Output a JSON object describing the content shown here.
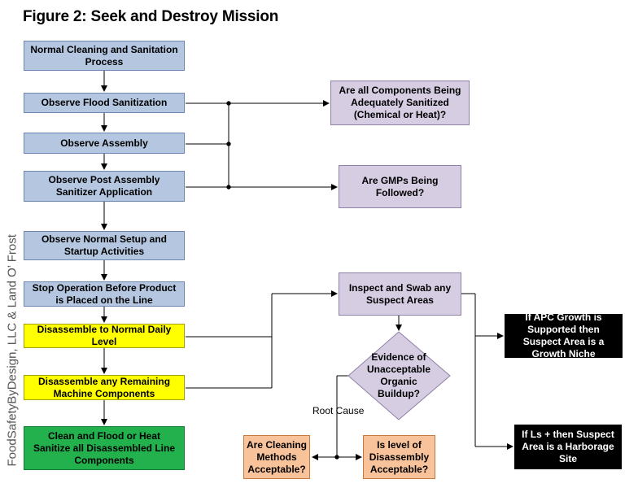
{
  "title": "Figure 2: Seek and Destroy Mission",
  "side_credit": "FoodSafetyByDesign, LLC & Land O’ Frost",
  "boxes": {
    "normal_cleaning": "Normal Cleaning and Sanitation Process",
    "observe_flood": "Observe Flood Sanitization",
    "observe_assembly": "Observe Assembly",
    "observe_post_assembly": "Observe Post Assembly Sanitizer Application",
    "observe_setup": "Observe Normal Setup and Startup Activities",
    "stop_operation": "Stop Operation Before Product is Placed on the Line",
    "disassemble_daily": "Disassemble to Normal Daily Level",
    "disassemble_remaining": "Disassemble any Remaining Machine Components",
    "clean_flood": "Clean and Flood or Heat Sanitize all Disassembled Line Components",
    "components_sanitized": "Are all Components Being Adequately  Sanitized (Chemical or Heat)?",
    "gmps_followed": "Are GMPs Being Followed?",
    "inspect_swab": "Inspect and Swab any Suspect Areas",
    "evidence": "Evidence of Unacceptable Organic Buildup?",
    "root_cause": "Root Cause",
    "cleaning_methods": "Are Cleaning Methods Acceptable?",
    "disassembly_level": "Is level of Disassembly Acceptable?",
    "apc_growth": "If APC Growth is Supported then Suspect Area is a Growth Niche",
    "ls_plus": "If Ls + then Suspect Area is a Harborage Site"
  },
  "colors": {
    "observe_steps": "#b5c7e0",
    "questions": "#d6cde3",
    "disassembly_steps": "#ffff00",
    "clean_step": "#22b14c",
    "root_cause_questions": "#f8c29b",
    "outcomes": "#000000"
  }
}
